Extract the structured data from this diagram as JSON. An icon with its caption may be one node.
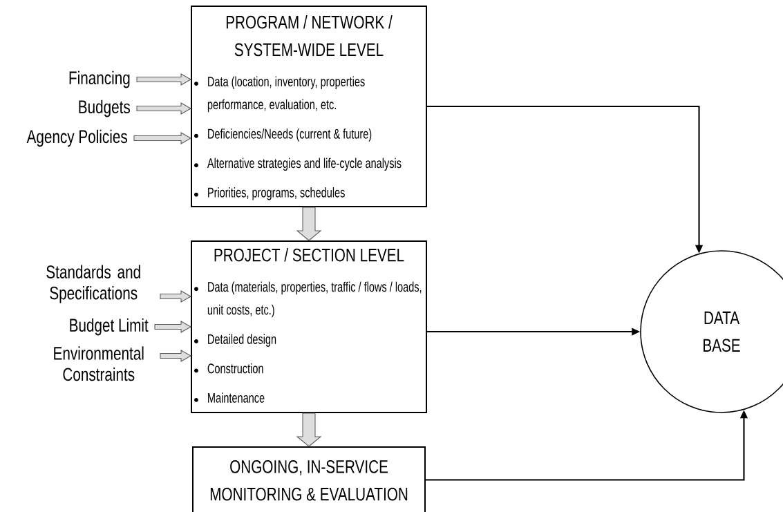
{
  "diagram": {
    "nodes": [
      {
        "text": [
          "PROGRAM / NETWORK / SYSTEM-WIDE LEVEL",
          "Data (location, inventory, properties performance, evaluation, etc.",
          "Deficiencies/Needs (current & future)",
          "Alternative strategies and life-cycle analysis",
          "Priorities, programs, schedules"
        ]
      },
      {
        "text": [
          "PROJECT / SECTION LEVEL",
          "Data (materials, properties, traffic / flows / loads, unit costs, etc.)",
          "Detailed design",
          "Construction",
          "Maintenance"
        ]
      },
      {
        "text": [
          "ONGOING, IN-SERVICE MONITORING & EVALUATION"
        ]
      },
      {
        "text": [
          "DATA BASE"
        ]
      },
      {
        "text": [
          "Financing"
        ]
      },
      {
        "text": [
          "Budgets"
        ]
      },
      {
        "text": [
          "Agency Policies"
        ]
      },
      {
        "text": [
          "Standards and Specifications"
        ]
      },
      {
        "text": [
          "Budget Limit"
        ]
      },
      {
        "text": [
          "Environmental Constraints"
        ]
      }
    ],
    "edges": [
      {
        "from": 4,
        "to": 0,
        "arrow": "to"
      },
      {
        "from": 5,
        "to": 0,
        "arrow": "to"
      },
      {
        "from": 6,
        "to": 0,
        "arrow": "to"
      },
      {
        "from": 0,
        "to": 1,
        "arrow": "to"
      },
      {
        "from": 7,
        "to": 1,
        "arrow": "to"
      },
      {
        "from": 8,
        "to": 1,
        "arrow": "to"
      },
      {
        "from": 9,
        "to": 1,
        "arrow": "to"
      },
      {
        "from": 1,
        "to": 2,
        "arrow": "to"
      },
      {
        "from": 0,
        "to": 3,
        "arrow": "to",
        "color": "#000000"
      },
      {
        "from": 1,
        "to": 3,
        "arrow": "to",
        "color": "#000000"
      },
      {
        "from": 2,
        "to": 3,
        "arrow": "to",
        "color": "#000000"
      }
    ]
  }
}
